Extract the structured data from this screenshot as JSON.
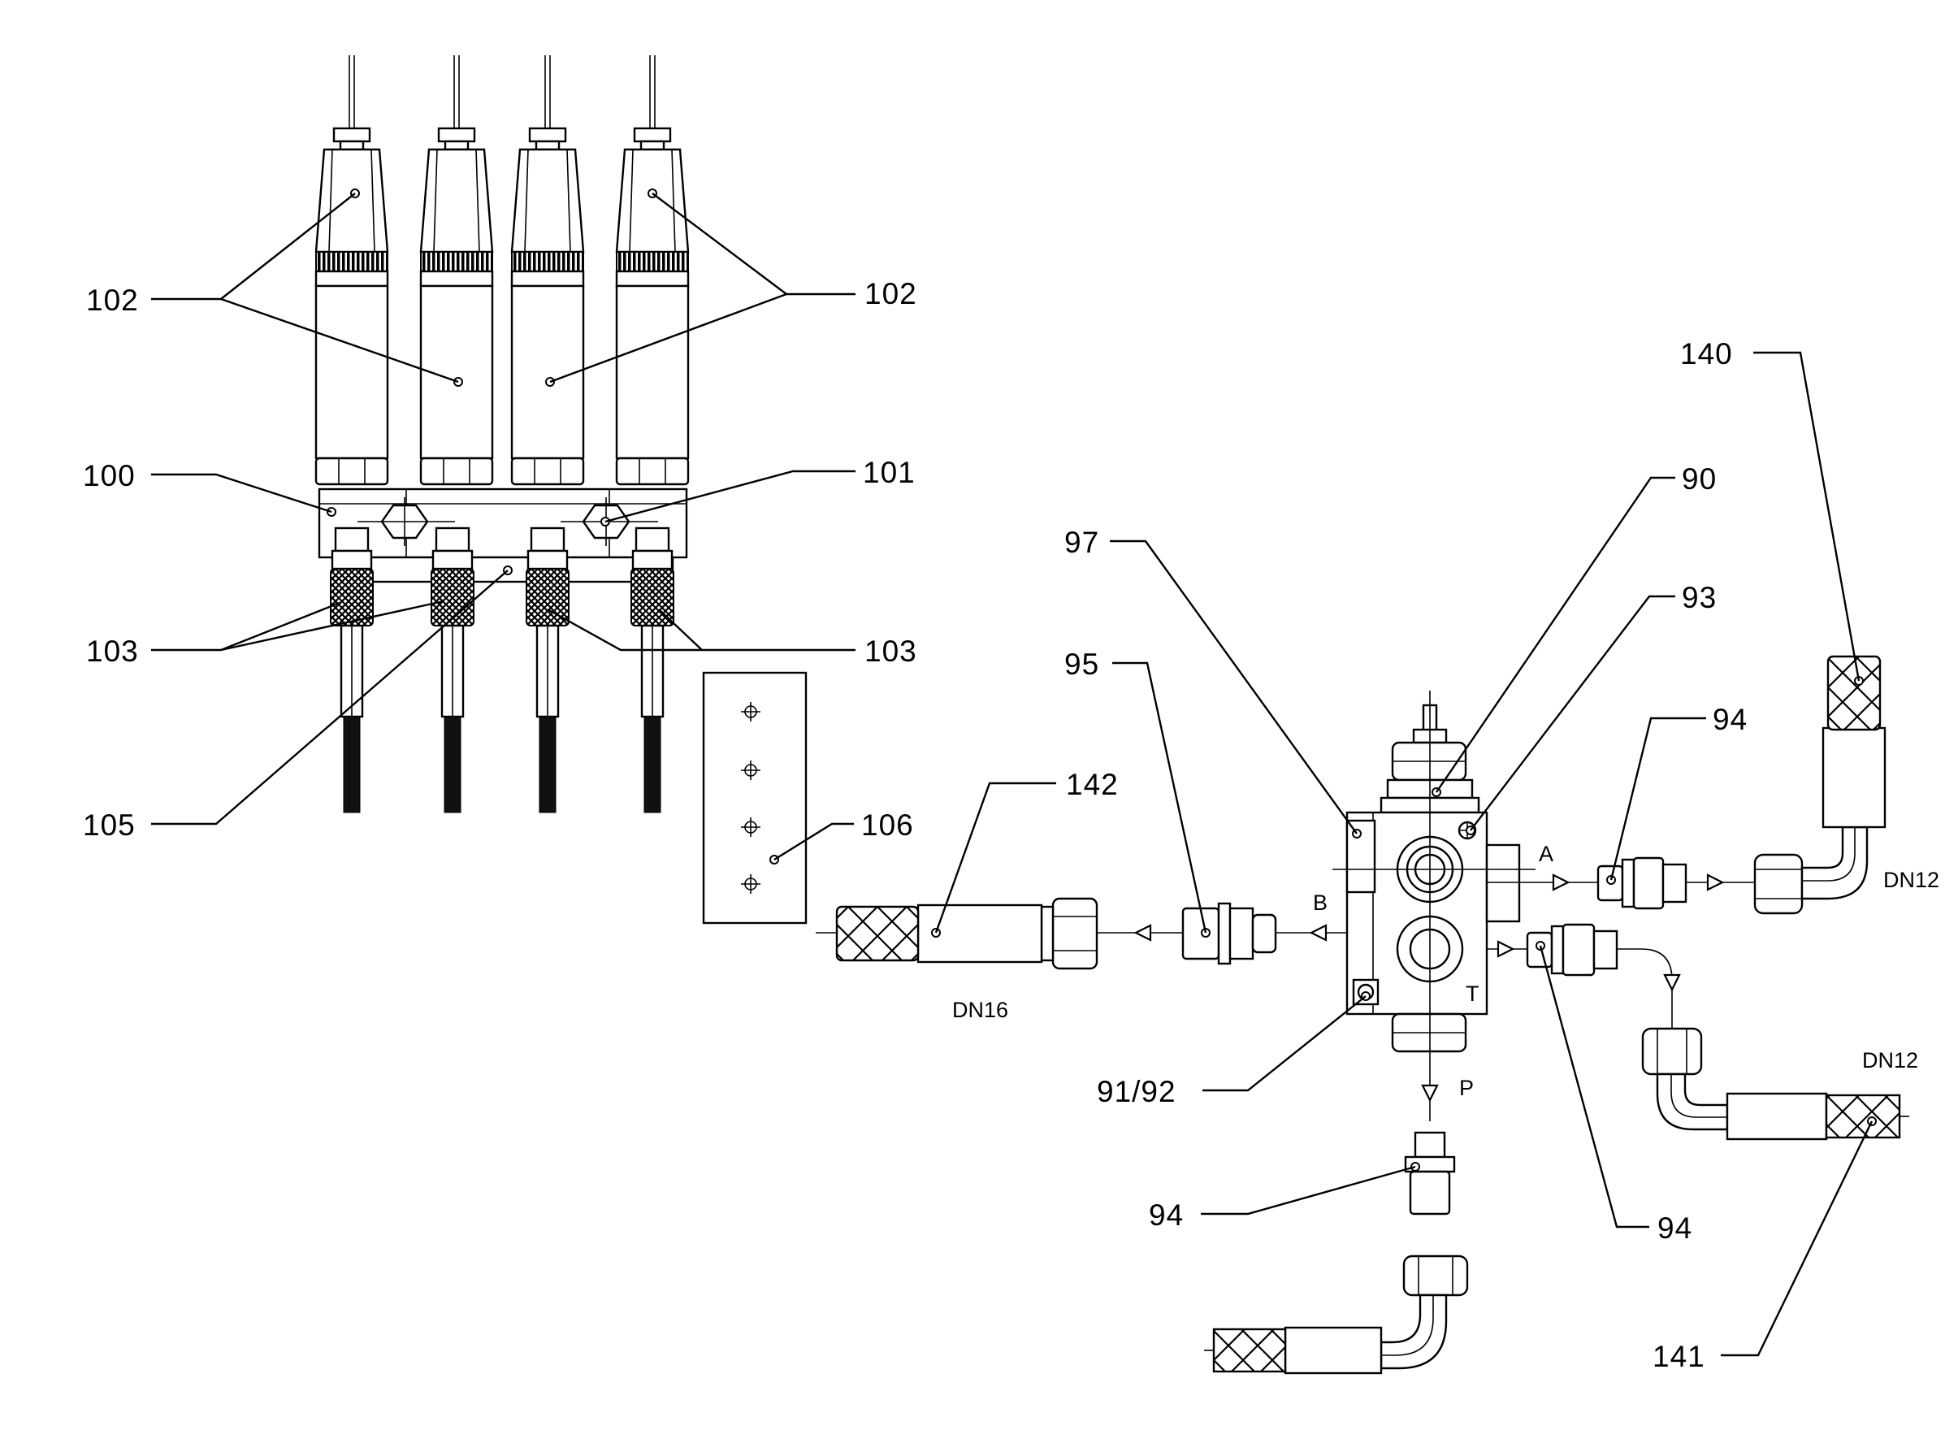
{
  "callouts": {
    "c102_left": "102",
    "c102_right": "102",
    "c100": "100",
    "c101": "101",
    "c103_left": "103",
    "c103_right": "103",
    "c105": "105",
    "c106": "106",
    "c142": "142",
    "c95": "95",
    "c97": "97",
    "c90": "90",
    "c93": "93",
    "c94_top": "94",
    "c94_right": "94",
    "c94_bottom": "94",
    "c91_92": "91/92",
    "c140": "140",
    "c141": "141"
  },
  "ports": {
    "a": "A",
    "b": "B",
    "t": "T",
    "p": "P"
  },
  "sizes": {
    "dn16": "DN16",
    "dn12_upper": "DN12",
    "dn12_lower": "DN12"
  }
}
